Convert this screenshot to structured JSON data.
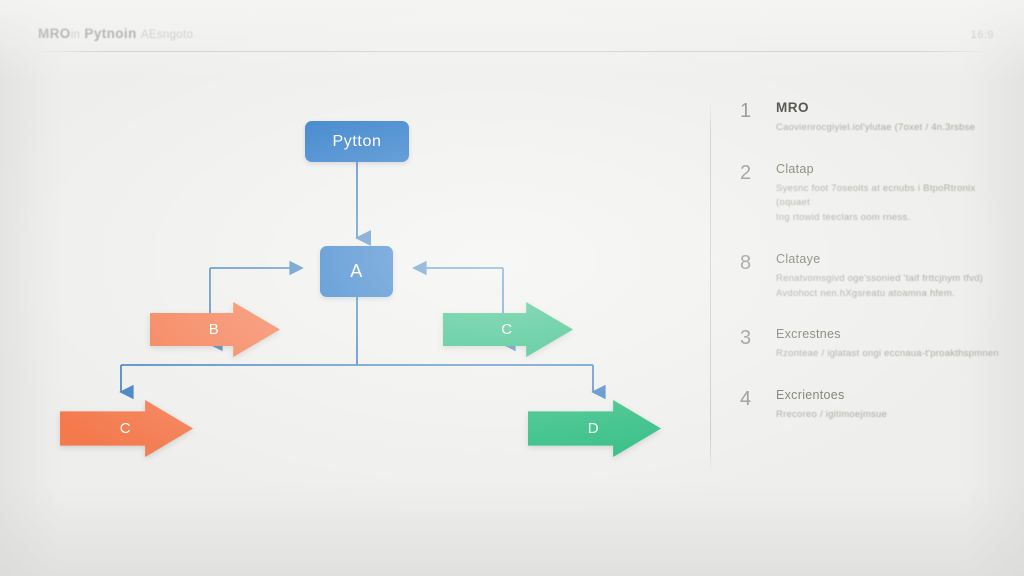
{
  "slide": {
    "aspect_ratio_label": "16:9",
    "header": {
      "title_strong": "MRO",
      "title_mid": "in",
      "title_main": "Pytnoin",
      "title_faint": "AEsngoto"
    }
  },
  "diagram": {
    "nodes": [
      {
        "id": "python",
        "label": "Pytton",
        "shape": "rounded-rect",
        "color": "#1b6fc4"
      },
      {
        "id": "a",
        "label": "A",
        "shape": "rounded-rect",
        "color": "#1b6fc4"
      }
    ],
    "arrows": [
      {
        "id": "b",
        "label": "B",
        "shape": "block-arrow",
        "color": "#f47a4e",
        "direction": "right"
      },
      {
        "id": "c-top",
        "label": "C",
        "shape": "block-arrow",
        "color": "#1fb878",
        "direction": "right"
      },
      {
        "id": "c-bottom",
        "label": "C",
        "shape": "block-arrow",
        "color": "#f47a4e",
        "direction": "right"
      },
      {
        "id": "d",
        "label": "D",
        "shape": "block-arrow",
        "color": "#1fb878",
        "direction": "right"
      }
    ],
    "connector_color": "#3d7fc1"
  },
  "list": {
    "items": [
      {
        "number": "1",
        "title": "MRO",
        "bold": true,
        "lines": [
          "Caovienrocgiyiel.iol'ylutae (7oxet / 4n.3rsbse"
        ]
      },
      {
        "number": "2",
        "title": "Clatap",
        "bold": false,
        "lines": [
          "Syesnc foot 7oseoits at ecnubs i BtpoRtronix (oquaet",
          "Ing rtowid teeclars oom rness."
        ]
      },
      {
        "number": "8",
        "title": "Clataye",
        "bold": false,
        "lines": [
          "Renatvomsgivd oge'ssonied 'taif frttcjnym tfvd)",
          "Avdohoct nen.hXgsreatu atoamna hfem."
        ]
      },
      {
        "number": "3",
        "title": "Excrestnes",
        "bold": false,
        "lines": [
          "Rzonteae  /  iglatast ongi eccnaua-t'proakthspmnen"
        ]
      },
      {
        "number": "4",
        "title": "Excrientoes",
        "bold": false,
        "lines": [
          "Rrecoreo  /  igitimoejmsue"
        ]
      }
    ]
  }
}
